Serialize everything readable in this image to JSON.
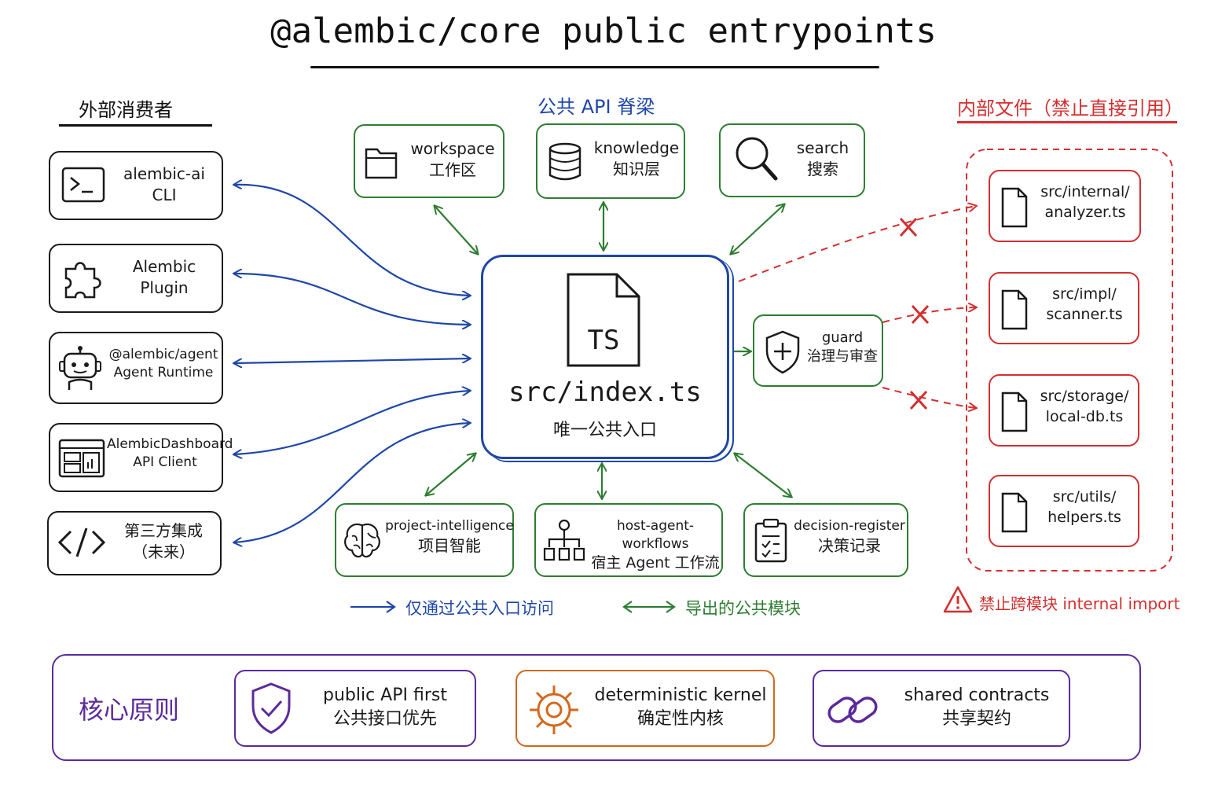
{
  "title": "@alembic/core public entrypoints",
  "sections": {
    "consumers": "外部消费者",
    "public_api": "公共 API 脊梁",
    "internal": "内部文件（禁止直接引用）"
  },
  "consumers": [
    {
      "line1": "alembic-ai",
      "line2": "CLI"
    },
    {
      "line1": "Alembic",
      "line2": "Plugin"
    },
    {
      "line1": "@alembic/agent",
      "line2": "Agent Runtime"
    },
    {
      "line1": "AlembicDashboard",
      "line2": "API Client"
    },
    {
      "line1": "第三方集成",
      "line2": "（未来）"
    }
  ],
  "modules_top": [
    {
      "en": "workspace",
      "zh": "工作区"
    },
    {
      "en": "knowledge",
      "zh": "知识层"
    },
    {
      "en": "search",
      "zh": "搜索"
    }
  ],
  "modules_bottom": [
    {
      "en": "project-intelligence",
      "zh": "项目智能"
    },
    {
      "en": "host-agent-workflows",
      "zh": "宿主 Agent 工作流"
    },
    {
      "en": "decision-register",
      "zh": "决策记录"
    }
  ],
  "guard": {
    "en": "guard",
    "zh": "治理与审查"
  },
  "center": {
    "badge": "TS",
    "file": "src/index.ts",
    "desc": "唯一公共入口"
  },
  "internal_files": [
    {
      "line1": "src/internal/",
      "line2": "analyzer.ts"
    },
    {
      "line1": "src/impl/",
      "line2": "scanner.ts"
    },
    {
      "line1": "src/storage/",
      "line2": "local-db.ts"
    },
    {
      "line1": "src/utils/",
      "line2": "helpers.ts"
    }
  ],
  "legend": {
    "blue": "仅通过公共入口访问",
    "green": "导出的公共模块",
    "warning": "禁止跨模块 internal import"
  },
  "principles": {
    "heading": "核心原则",
    "items": [
      {
        "en": "public API first",
        "zh": "公共接口优先",
        "icon": "shield-check-icon"
      },
      {
        "en": "deterministic kernel",
        "zh": "确定性内核",
        "icon": "gear-icon"
      },
      {
        "en": "shared contracts",
        "zh": "共享契约",
        "icon": "link-icon"
      }
    ]
  },
  "colors": {
    "blue": "#1f47a8",
    "green": "#2e7d32",
    "red": "#d32f2f",
    "purple": "#5b2a9c",
    "orange": "#d2691e"
  }
}
